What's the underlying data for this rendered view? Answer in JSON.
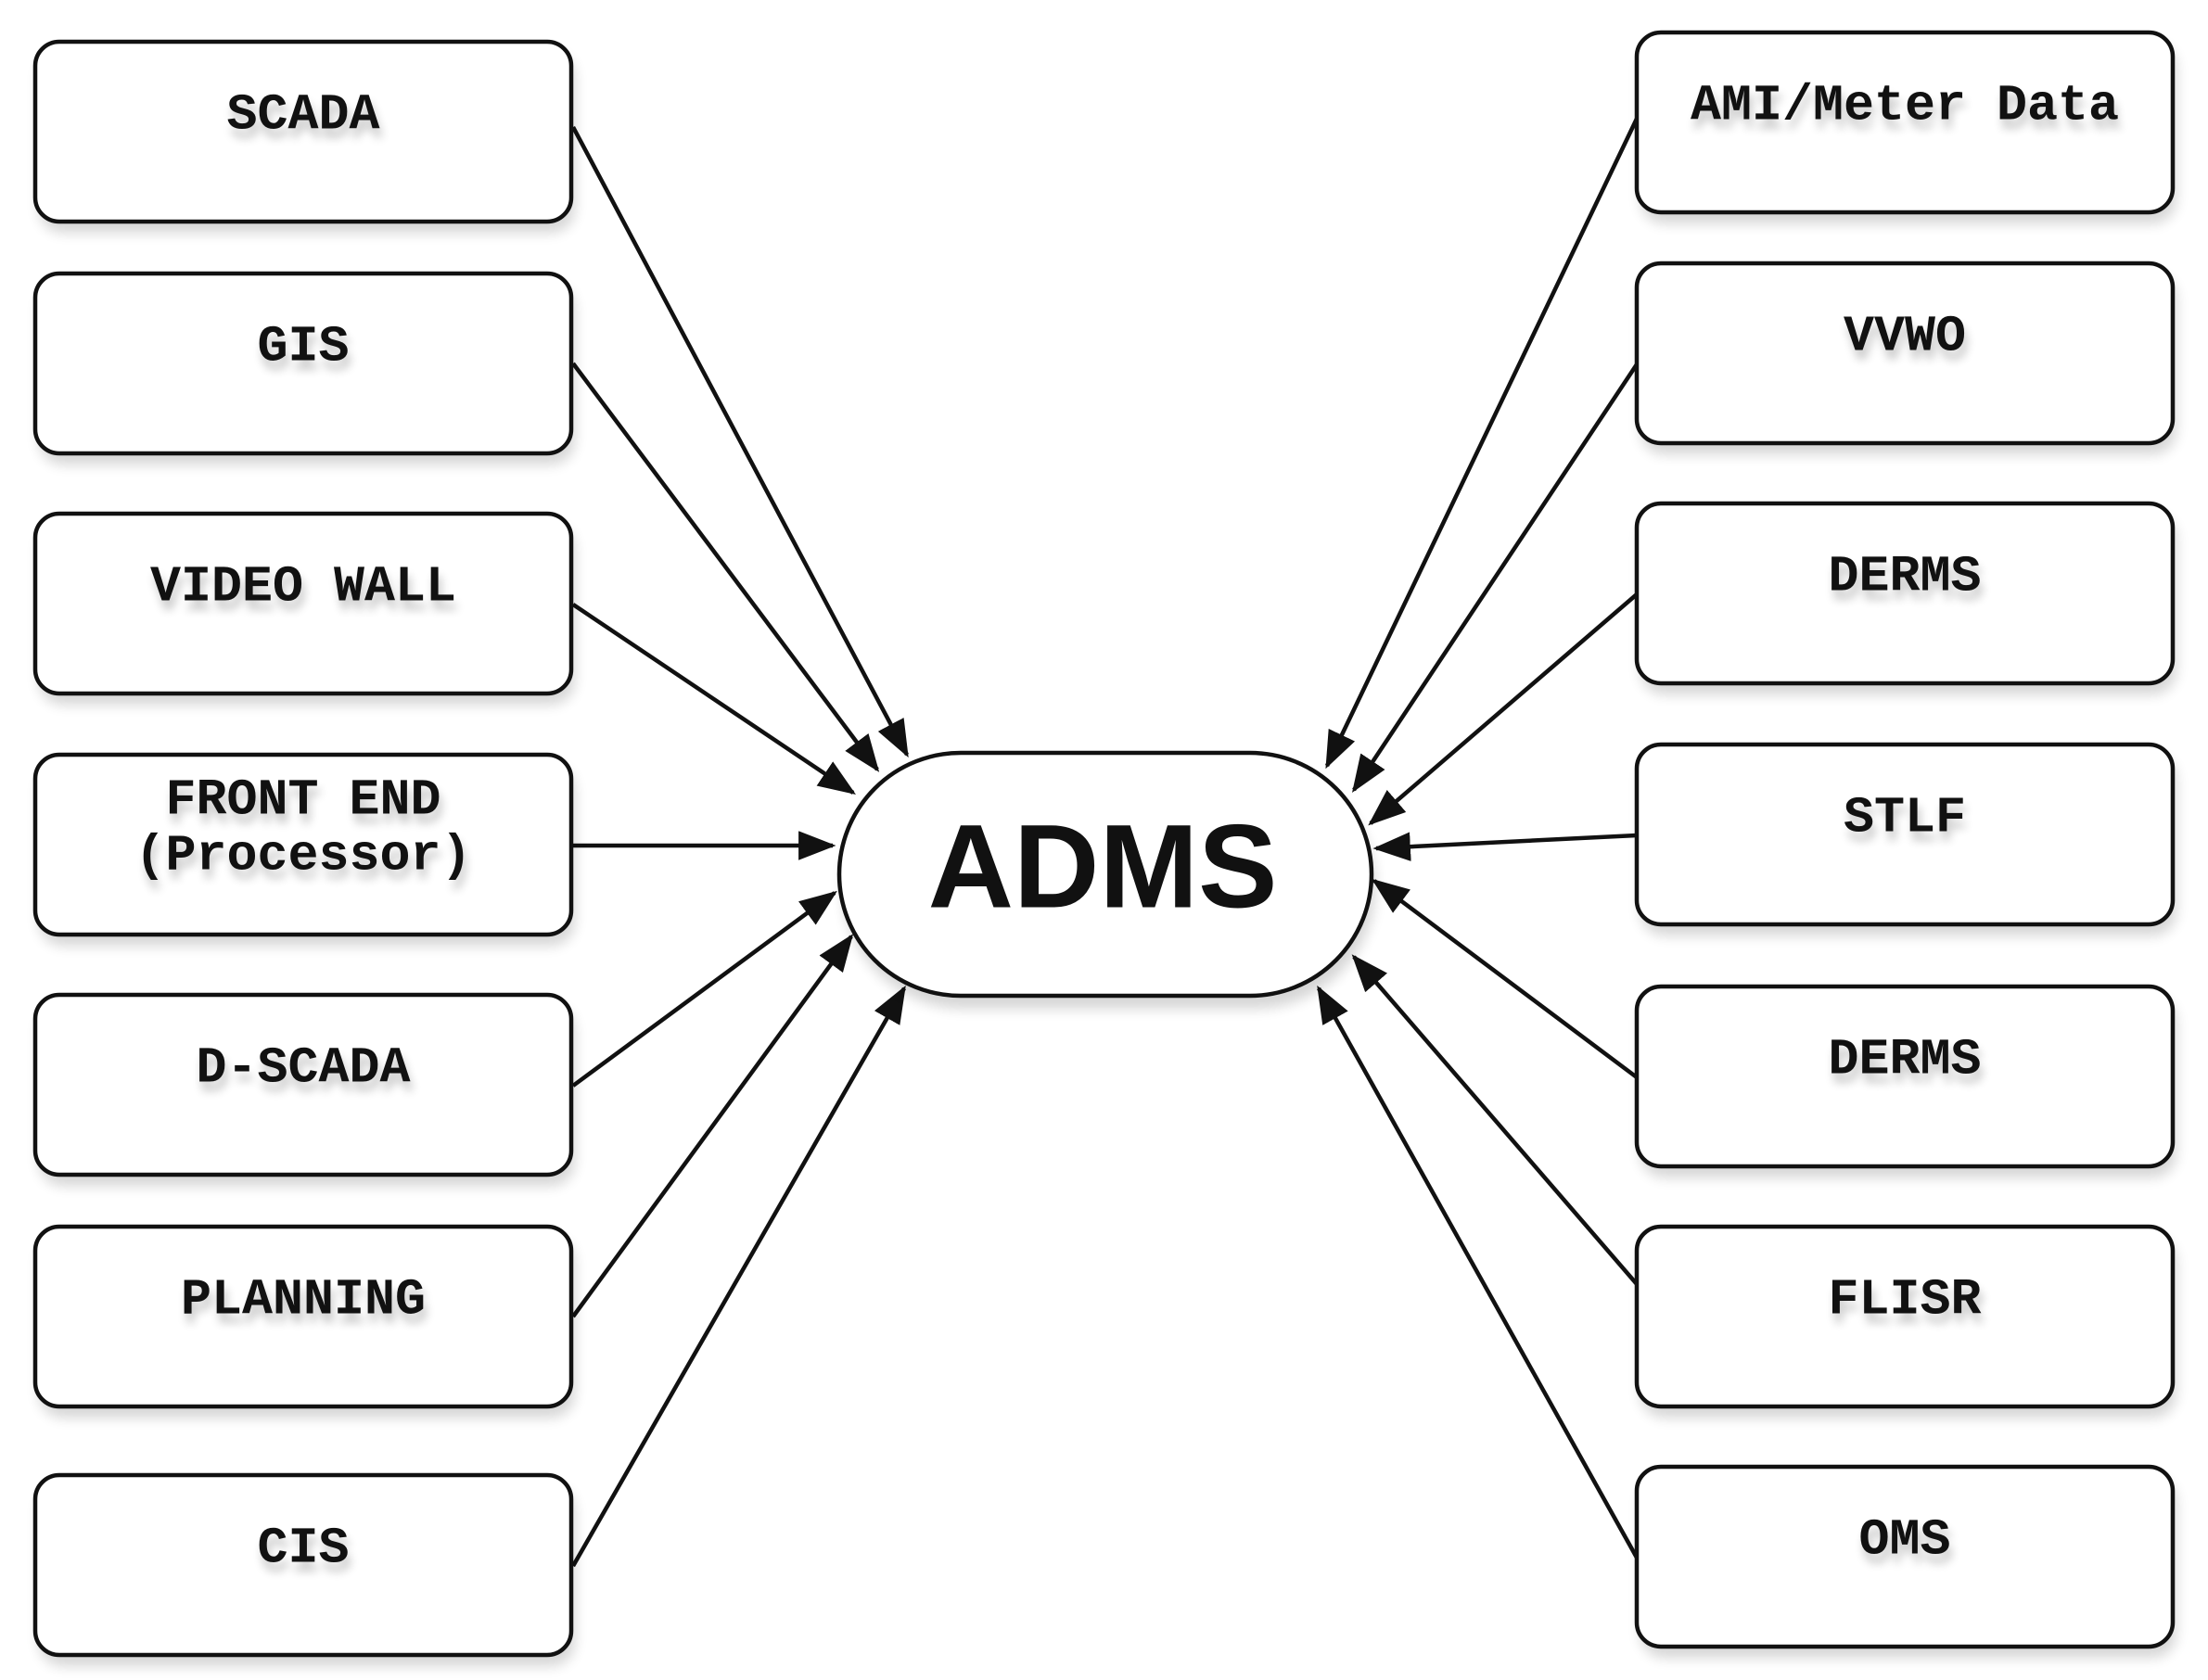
{
  "center": {
    "label": "ADMS"
  },
  "left_nodes": [
    {
      "id": "scada",
      "lines": [
        "SCADA"
      ]
    },
    {
      "id": "gis",
      "lines": [
        "GIS"
      ]
    },
    {
      "id": "video-wall",
      "lines": [
        "VIDEO WALL"
      ]
    },
    {
      "id": "front-end",
      "lines": [
        "FRONT END",
        "(Processor)"
      ]
    },
    {
      "id": "d-scada",
      "lines": [
        "D-SCADA"
      ]
    },
    {
      "id": "planning",
      "lines": [
        "PLANNING"
      ]
    },
    {
      "id": "cis",
      "lines": [
        "CIS"
      ]
    }
  ],
  "right_nodes": [
    {
      "id": "ami-meter-data",
      "lines": [
        "AMI/Meter Data"
      ]
    },
    {
      "id": "vvwo",
      "lines": [
        "VVWO"
      ]
    },
    {
      "id": "derms-1",
      "lines": [
        "DERMS"
      ]
    },
    {
      "id": "stlf",
      "lines": [
        "STLF"
      ]
    },
    {
      "id": "derms-2",
      "lines": [
        "DERMS"
      ]
    },
    {
      "id": "flisr",
      "lines": [
        "FLISR"
      ]
    },
    {
      "id": "oms",
      "lines": [
        "OMS"
      ]
    }
  ],
  "edges": [
    {
      "from": "scada",
      "to": "ADMS"
    },
    {
      "from": "gis",
      "to": "ADMS"
    },
    {
      "from": "video-wall",
      "to": "ADMS"
    },
    {
      "from": "front-end",
      "to": "ADMS"
    },
    {
      "from": "d-scada",
      "to": "ADMS"
    },
    {
      "from": "planning",
      "to": "ADMS"
    },
    {
      "from": "cis",
      "to": "ADMS"
    },
    {
      "from": "ami-meter-data",
      "to": "ADMS"
    },
    {
      "from": "vvwo",
      "to": "ADMS"
    },
    {
      "from": "derms-1",
      "to": "ADMS"
    },
    {
      "from": "stlf",
      "to": "ADMS"
    },
    {
      "from": "derms-2",
      "to": "ADMS"
    },
    {
      "from": "flisr",
      "to": "ADMS"
    },
    {
      "from": "oms",
      "to": "ADMS"
    }
  ],
  "colors": {
    "stroke": "#111111",
    "fill": "#ffffff"
  }
}
